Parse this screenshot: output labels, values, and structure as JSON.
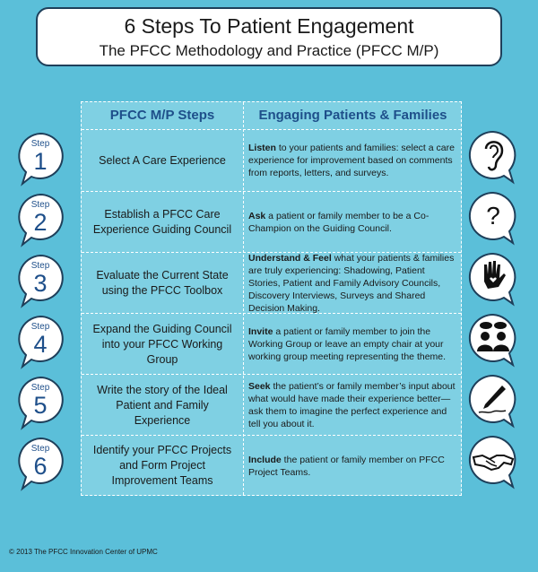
{
  "title": {
    "main": "6 Steps To Patient Engagement",
    "sub": "The PFCC Methodology and Practice (PFCC M/P)"
  },
  "table": {
    "header_left": "PFCC M/P Steps",
    "header_right": "Engaging Patients &  Families"
  },
  "steps": [
    {
      "label": "Step",
      "number": "1",
      "left": "Select A Care Experience",
      "right_bold": "Listen",
      "right_rest": " to your patients and families: select a care experience for improvement based on comments from reports, letters, and surveys.",
      "icon": "ear-icon"
    },
    {
      "label": "Step",
      "number": "2",
      "left": "Establish a PFCC Care Experience Guiding Council",
      "right_bold": "Ask",
      "right_rest": " a patient or family member to be a Co-Champion on the Guiding Council.",
      "icon": "question-mark-icon"
    },
    {
      "label": "Step",
      "number": "3",
      "left": "Evaluate the Current State using the PFCC Toolbox",
      "right_bold": "Understand & Feel",
      "right_rest": " what your patients & families are truly experiencing: Shadowing, Patient Stories, Patient and Family Advisory Councils, Discovery Interviews, Surveys and Shared Decision Making.",
      "icon": "hand-heart-icon"
    },
    {
      "label": "Step",
      "number": "4",
      "left": "Expand the Guiding Council into your PFCC Working Group",
      "right_bold": "Invite",
      "right_rest": " a patient or family member to join the Working Group or leave an empty chair at your working group meeting representing the theme.",
      "icon": "people-talking-icon"
    },
    {
      "label": "Step",
      "number": "5",
      "left": "Write the story of the Ideal Patient and Family Experience",
      "right_bold": "Seek",
      "right_rest": " the patient’s or family member’s input about what would have made their experience better—ask them to imagine the perfect experience and tell you about it.",
      "icon": "pen-writing-icon"
    },
    {
      "label": "Step",
      "number": "6",
      "left": "Identify your PFCC Projects and Form Project Improvement Teams",
      "right_bold": "Include",
      "right_rest": " the patient or family member on PFCC Project Teams.",
      "icon": "handshake-icon"
    }
  ],
  "footer": "© 2013 The PFCC Innovation Center of UPMC",
  "colors": {
    "background": "#5bbfd9",
    "table": "#7fd0e3",
    "accent": "#1e4f8a",
    "border": "#1e3f5a"
  }
}
